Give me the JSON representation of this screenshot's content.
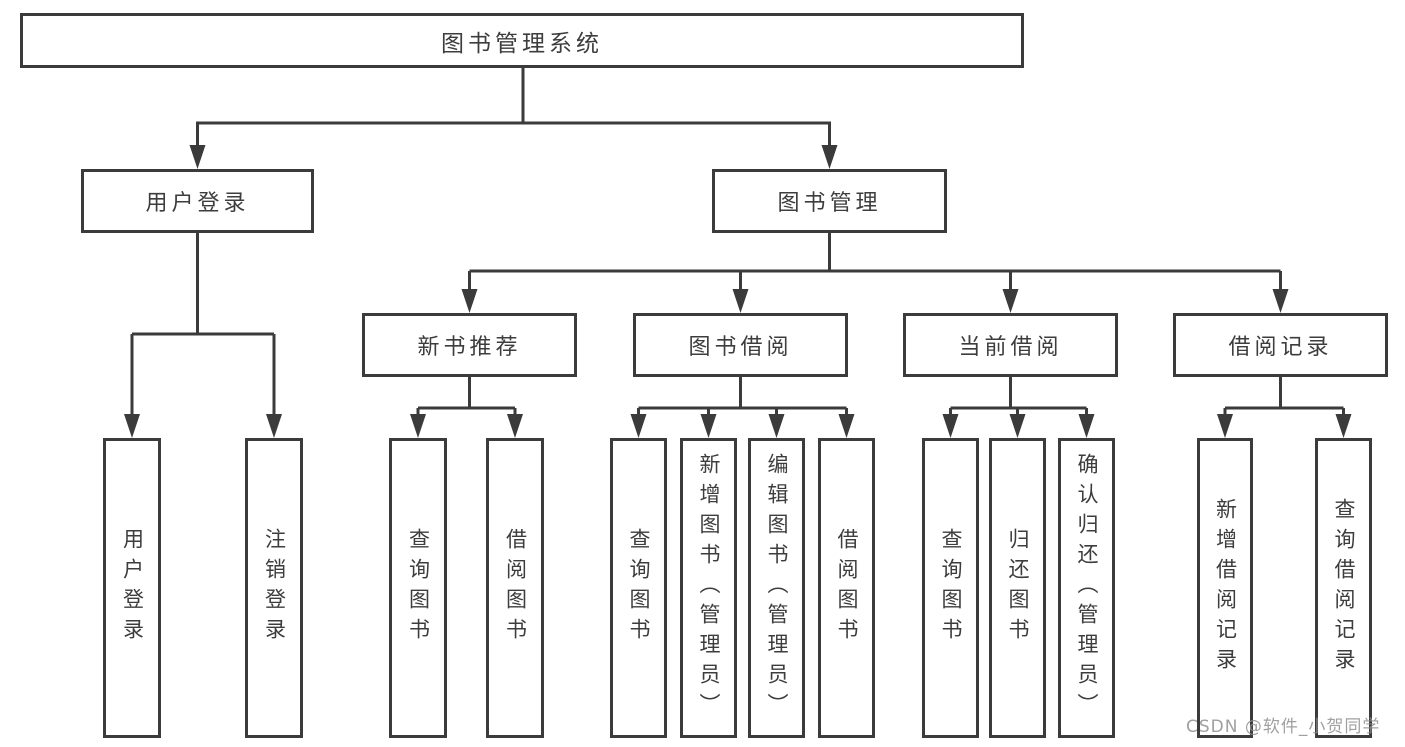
{
  "diagram": {
    "type": "hierarchy-tree",
    "nodes": {
      "root": "图书管理系统",
      "user_login": "用户登录",
      "book_mgmt": "图书管理",
      "new_book_rec": "新书推荐",
      "book_borrow": "图书借阅",
      "current_borrow": "当前借阅",
      "borrow_records": "借阅记录",
      "leaf_user_login": "用户登录",
      "leaf_logout": "注销登录",
      "leaf_query_book_a": "查询图书",
      "leaf_borrow_book_a": "借阅图书",
      "leaf_query_book_b": "查询图书",
      "leaf_add_book": "新增图书（管理员）",
      "leaf_edit_book": "编辑图书（管理员）",
      "leaf_borrow_book_b": "借阅图书",
      "leaf_query_book_c": "查询图书",
      "leaf_return_book": "归还图书",
      "leaf_confirm_return": "确认归还（管理员）",
      "leaf_add_record": "新增借阅记录",
      "leaf_query_record": "查询借阅记录"
    },
    "hierarchy": [
      {
        "parent": "图书管理系统",
        "children": [
          "用户登录",
          "图书管理"
        ]
      },
      {
        "parent": "用户登录",
        "children": [
          "用户登录",
          "注销登录"
        ]
      },
      {
        "parent": "图书管理",
        "children": [
          "新书推荐",
          "图书借阅",
          "当前借阅",
          "借阅记录"
        ]
      },
      {
        "parent": "新书推荐",
        "children": [
          "查询图书",
          "借阅图书"
        ]
      },
      {
        "parent": "图书借阅",
        "children": [
          "查询图书",
          "新增图书（管理员）",
          "编辑图书（管理员）",
          "借阅图书"
        ]
      },
      {
        "parent": "当前借阅",
        "children": [
          "查询图书",
          "归还图书",
          "确认归还（管理员）"
        ]
      },
      {
        "parent": "借阅记录",
        "children": [
          "新增借阅记录",
          "查询借阅记录"
        ]
      }
    ],
    "colors": {
      "line": "#3b3b3b",
      "text": "#3d3d3d",
      "box_bg": "#ffffff",
      "watermark": "#8f8f8f"
    }
  },
  "watermark": "CSDN @软件_小贺同学"
}
